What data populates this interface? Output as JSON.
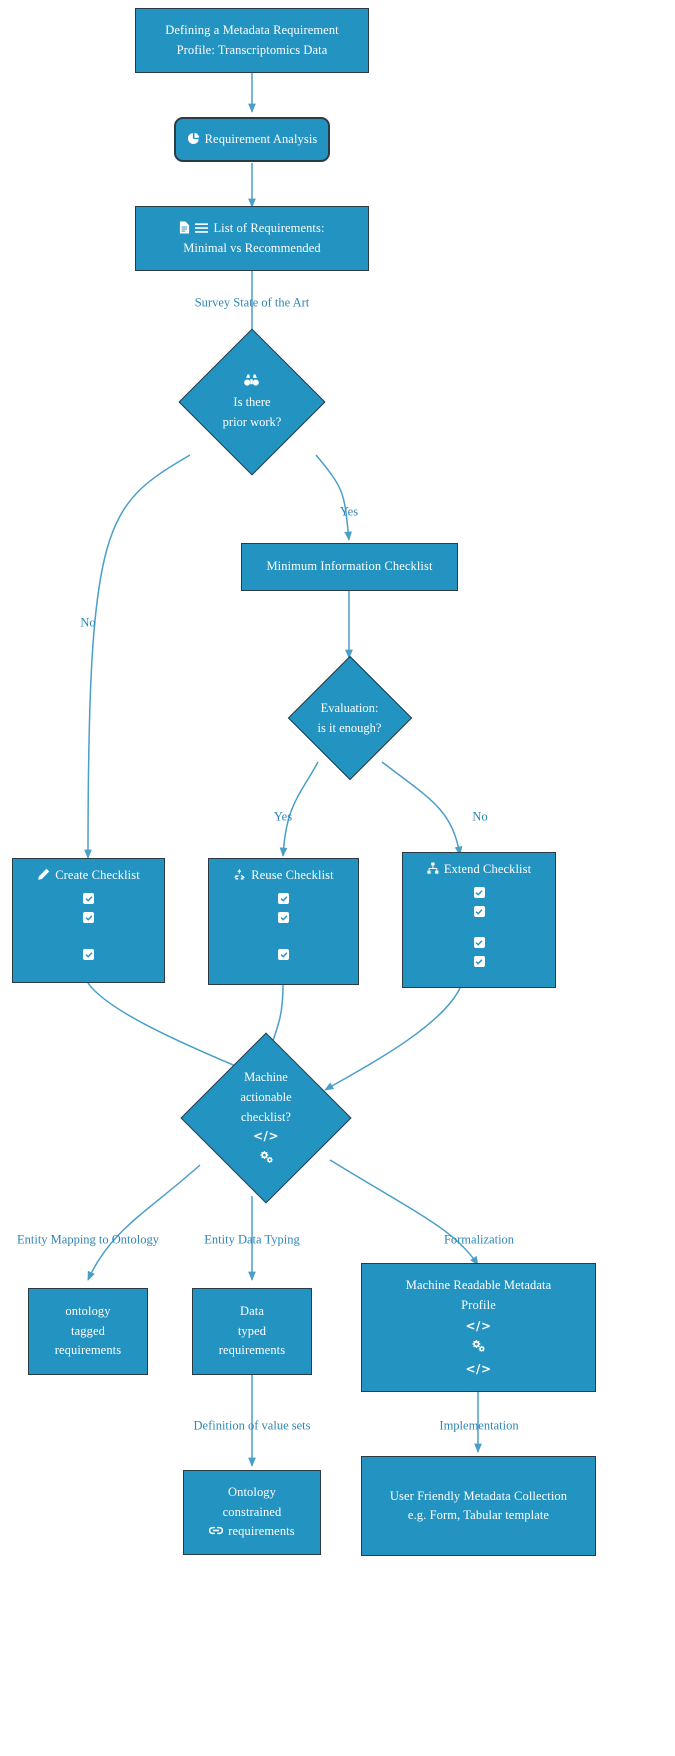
{
  "diagram": {
    "title": "Defining a Metadata Requirement Profile: Transcriptomics Data",
    "accent_color": "#2393c1",
    "edge_color": "#4a9fc9",
    "label_color": "#2f85b5",
    "border_color": "#2b3b45",
    "text_color": "#ffffff"
  },
  "nodes": {
    "start": {
      "line1": "Defining a Metadata Requirement",
      "line2": "Profile: Transcriptomics Data"
    },
    "requirement_analysis": {
      "label": "Requirement Analysis",
      "icon": "pie-chart-icon"
    },
    "list_requirements": {
      "line1": "List of  Requirements:",
      "line2": "Minimal vs Recommended",
      "icon1": "document-icon",
      "icon2": "list-icon"
    },
    "prior_work": {
      "icon": "binoculars-icon",
      "line1": "Is there",
      "line2": "prior work?"
    },
    "min_info_checklist": {
      "label": "Minimum Information Checklist"
    },
    "evaluation": {
      "line1": "Evaluation:",
      "line2": "is it enough?"
    },
    "create_checklist": {
      "label": "Create Checklist",
      "icon": "pencil-icon",
      "checkbox_count": 3
    },
    "reuse_checklist": {
      "label": "Reuse Checklist",
      "icon": "recycle-icon",
      "checkbox_count": 3
    },
    "extend_checklist": {
      "label": "Extend Checklist",
      "icon": "sitemap-icon",
      "checkbox_count": 4
    },
    "machine_actionable": {
      "line1": "Machine",
      "line2": "actionable",
      "line3": "checklist?",
      "glyph1": "</>",
      "glyph2": "cogs-icon"
    },
    "ontology_tagged": {
      "line1": "ontology",
      "line2": "tagged",
      "line3": "requirements"
    },
    "data_typed": {
      "line1": "Data",
      "line2": "typed",
      "line3": "requirements"
    },
    "machine_readable_profile": {
      "line1": "Machine Readable Metadata",
      "line2": "Profile",
      "glyph1": "</>",
      "glyph2": "cogs-icon",
      "glyph3": "</>"
    },
    "ontology_constrained": {
      "line1": "Ontology",
      "line2": "constrained",
      "line3": "requirements",
      "icon": "link-icon"
    },
    "user_friendly": {
      "line1": "User Friendly Metadata Collection",
      "line2": "e.g. Form, Tabular template"
    }
  },
  "edge_labels": {
    "survey": "Survey State of the Art",
    "prior_yes": "Yes",
    "prior_no": "No",
    "eval_yes": "Yes",
    "eval_no": "No",
    "entity_mapping": "Entity Mapping to Ontology",
    "entity_typing": "Entity Data Typing",
    "formalization": "Formalization",
    "value_sets": "Definition of value sets",
    "implementation": "Implementation"
  }
}
